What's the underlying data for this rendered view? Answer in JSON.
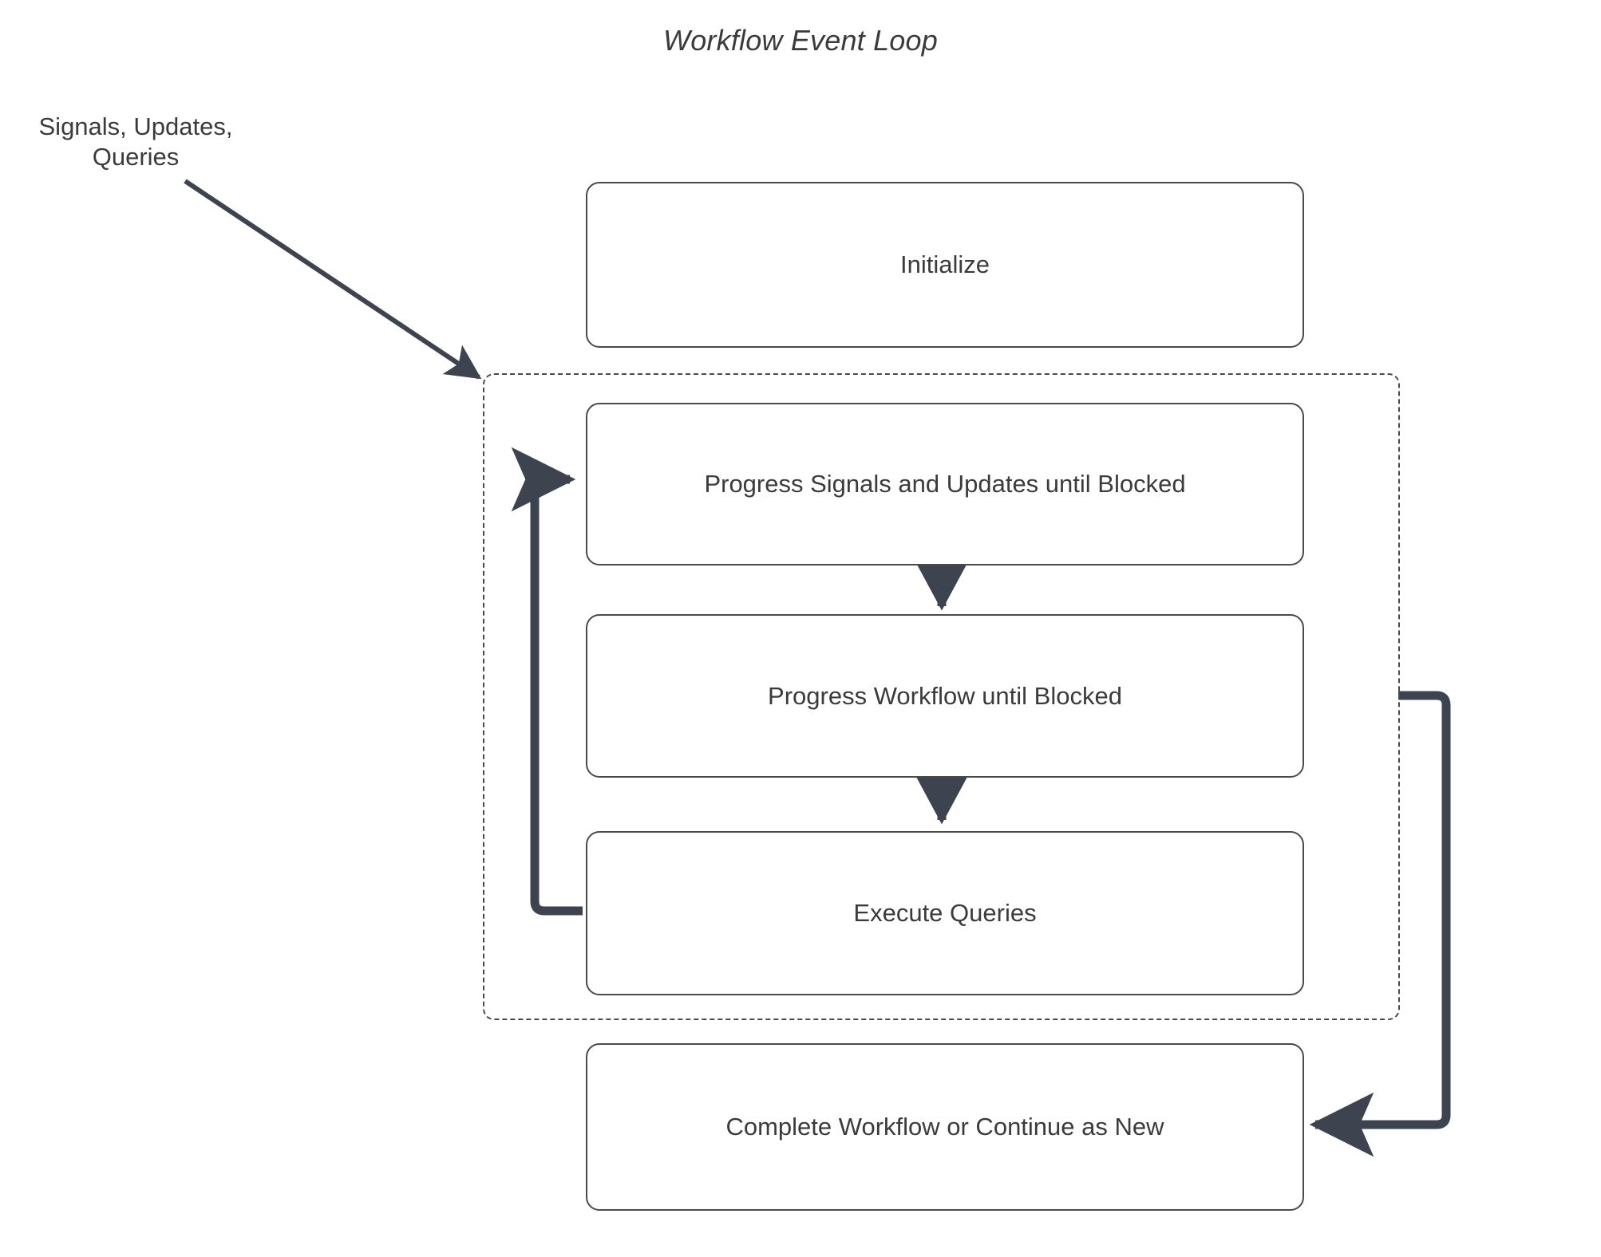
{
  "diagram": {
    "title": "Workflow Event Loop",
    "type": "flowchart",
    "colors": {
      "node_border": "#4a4a4a",
      "node_fill": "#ffffff",
      "text": "#3b3b3b",
      "edge": "#3d4450",
      "container_border": "#4a4a4a",
      "background": "#ffffff"
    },
    "external_labels": [
      {
        "id": "input-label",
        "text": "Signals, Updates,\nQueries"
      }
    ],
    "container": {
      "id": "event-loop-container",
      "style": "dashed",
      "label": ""
    },
    "nodes": [
      {
        "id": "initialize",
        "label": "Initialize"
      },
      {
        "id": "progress-signals-updates",
        "label": "Progress Signals and Updates until Blocked"
      },
      {
        "id": "progress-workflow",
        "label": "Progress Workflow until Blocked"
      },
      {
        "id": "execute-queries",
        "label": "Execute Queries"
      },
      {
        "id": "complete-workflow",
        "label": "Complete Workflow or Continue as New"
      }
    ],
    "edges": [
      {
        "id": "input-to-loop",
        "from": "input-label",
        "to": "event-loop-container",
        "label": ""
      },
      {
        "id": "signals-to-workflow",
        "from": "progress-signals-updates",
        "to": "progress-workflow",
        "label": ""
      },
      {
        "id": "workflow-to-queries",
        "from": "progress-workflow",
        "to": "execute-queries",
        "label": ""
      },
      {
        "id": "queries-back-to-signals",
        "from": "execute-queries",
        "to": "progress-signals-updates",
        "label": ""
      },
      {
        "id": "loop-to-complete",
        "from": "event-loop-container",
        "to": "complete-workflow",
        "label": ""
      }
    ]
  }
}
